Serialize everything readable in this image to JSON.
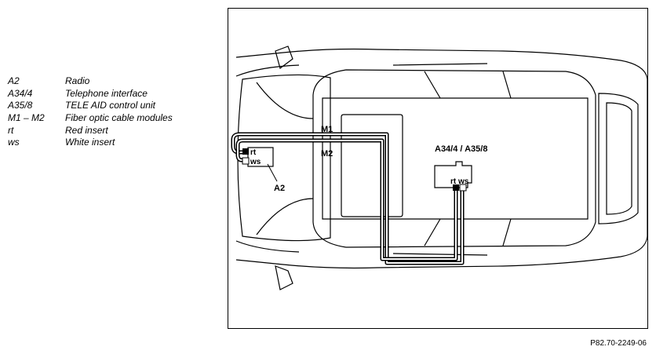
{
  "legend": [
    {
      "code": "A2",
      "desc": "Radio"
    },
    {
      "code": "A34/4",
      "desc": "Telephone interface"
    },
    {
      "code": "A35/8",
      "desc": "TELE AID control unit"
    },
    {
      "code": "M1 – M2",
      "desc": "Fiber optic cable modules"
    },
    {
      "code": "rt",
      "desc": "Red insert"
    },
    {
      "code": "ws",
      "desc": "White insert"
    }
  ],
  "labels": {
    "m1": "M1",
    "m2": "M2",
    "a2": "A2",
    "module": "A34/4 / A35/8",
    "rt_left": "rt",
    "ws_left": "ws",
    "rtws_right": "rt ws"
  },
  "reference": "P82.70-2249-06"
}
